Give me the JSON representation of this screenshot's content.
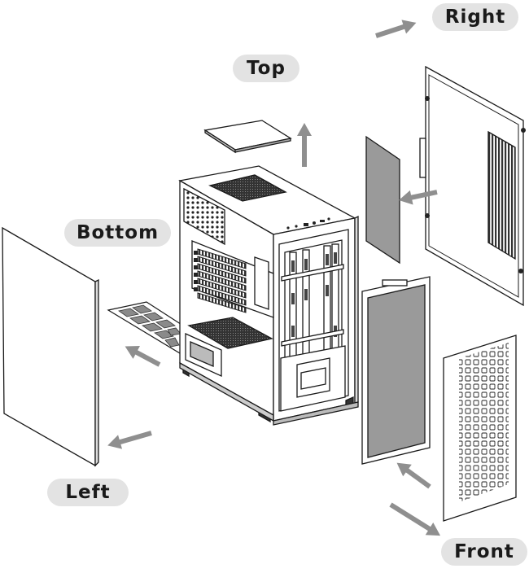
{
  "labels": {
    "top": "Top",
    "right": "Right",
    "bottom": "Bottom",
    "left": "Left",
    "front": "Front"
  },
  "colors": {
    "pill_bg": "#e3e3e3",
    "arrow": "#8f8f8f",
    "line": "#1a1a1a",
    "panel_gray": "#9a9a9a"
  }
}
